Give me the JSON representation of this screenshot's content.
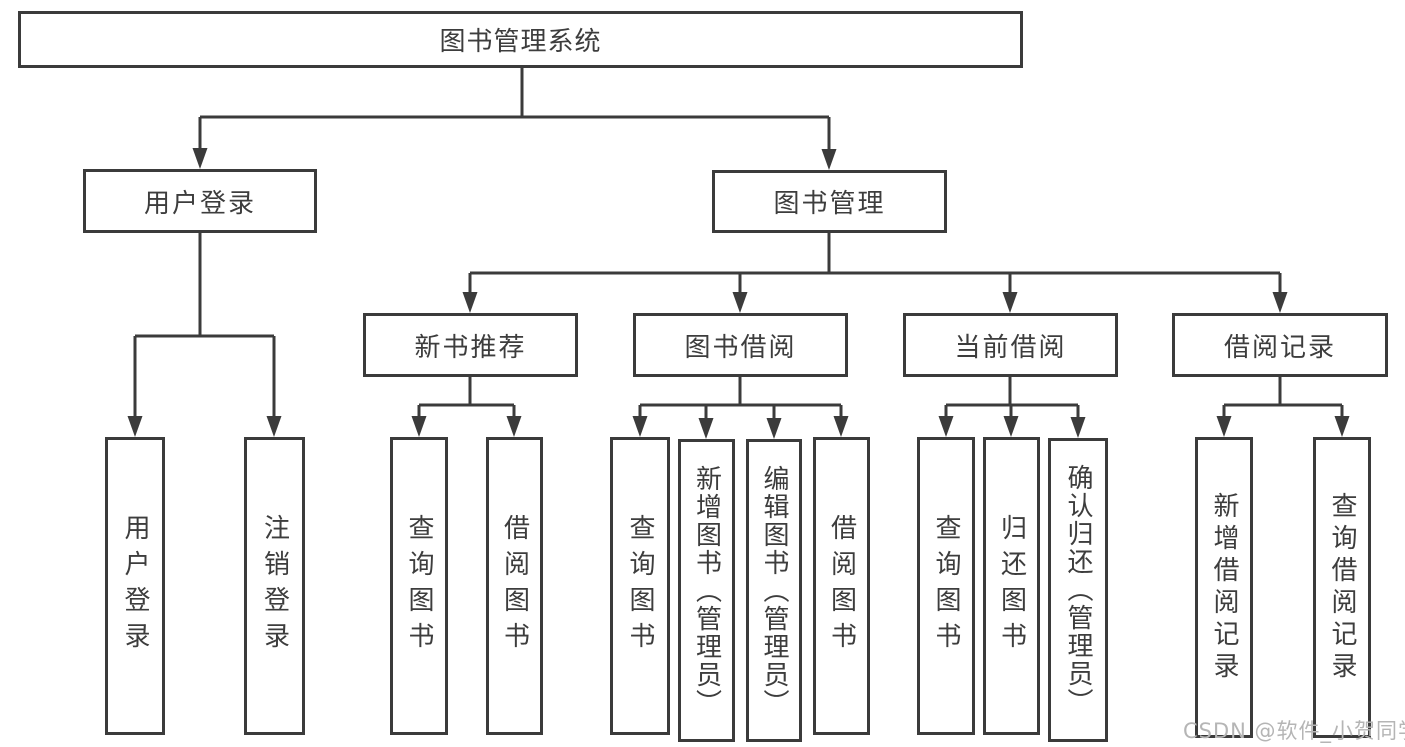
{
  "diagram": {
    "title_node": {
      "label": "图书管理系统"
    },
    "branches": [
      {
        "label": "用户登录",
        "children": [
          {
            "label": "用户登录"
          },
          {
            "label": "注销登录"
          }
        ]
      },
      {
        "label": "图书管理",
        "children": [
          {
            "label": "新书推荐",
            "children": [
              {
                "label": "查询图书"
              },
              {
                "label": "借阅图书"
              }
            ]
          },
          {
            "label": "图书借阅",
            "children": [
              {
                "label": "查询图书"
              },
              {
                "label": "新增图书（管理员）"
              },
              {
                "label": "编辑图书（管理员）"
              },
              {
                "label": "借阅图书"
              }
            ]
          },
          {
            "label": "当前借阅",
            "children": [
              {
                "label": "查询图书"
              },
              {
                "label": "归还图书"
              },
              {
                "label": "确认归还（管理员）"
              }
            ]
          },
          {
            "label": "借阅记录",
            "children": [
              {
                "label": "新增借阅记录"
              },
              {
                "label": "查询借阅记录"
              }
            ]
          }
        ]
      }
    ],
    "watermark": "CSDN @软件_小贺同学",
    "colors": {
      "line": "#3b3b3b",
      "text": "#3d3d3d",
      "watermark": "#b5b5b5",
      "background": "#ffffff"
    }
  }
}
